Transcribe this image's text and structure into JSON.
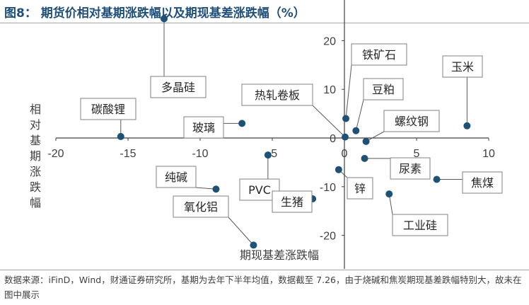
{
  "header": {
    "title": "图8：  期货价相对基期涨跌幅以及期现基差涨跌幅（%）"
  },
  "footer": {
    "note": "数据来源：iFinD，Wind，财通证券研究所，基期为去年下半年均值，数据截至 7.26，由于烧碱和焦炭期现基差跌幅特别大，故未在图中展示"
  },
  "colors": {
    "title": "#1f4e79",
    "point": "#1f5177",
    "axis": "#404040"
  },
  "chart_data": {
    "type": "scatter",
    "title": "",
    "xlabel": "期现基差涨跌幅",
    "ylabel": "相对基期涨跌幅",
    "xlim": [
      -20,
      10
    ],
    "ylim": [
      -30,
      30
    ],
    "xticks": [
      -20,
      -15,
      -10,
      -5,
      0,
      5,
      10
    ],
    "yticks": [
      -30,
      -20,
      -10,
      0,
      10,
      20,
      30
    ],
    "grid": false,
    "points": [
      {
        "label": "多晶硅",
        "x": -12.5,
        "y": 24.5
      },
      {
        "label": "碳酸锂",
        "x": -15.5,
        "y": 0.3
      },
      {
        "label": "玻璃",
        "x": -7.1,
        "y": 3.0
      },
      {
        "label": "纯碱",
        "x": -8.9,
        "y": -10.5
      },
      {
        "label": "PVC",
        "x": -5.3,
        "y": -3.5
      },
      {
        "label": "氧化铝",
        "x": -6.3,
        "y": -22.0
      },
      {
        "label": "生猪",
        "x": -2.2,
        "y": -12.5
      },
      {
        "label": "热轧卷板",
        "x": 0.05,
        "y": 0.2
      },
      {
        "label": "铁矿石",
        "x": 0.1,
        "y": 4.0
      },
      {
        "label": "豆粕",
        "x": 0.8,
        "y": 1.5
      },
      {
        "label": "螺纹钢",
        "x": 1.5,
        "y": -0.7
      },
      {
        "label": "锌",
        "x": -0.4,
        "y": -6.5
      },
      {
        "label": "尿素",
        "x": 1.4,
        "y": -4.2
      },
      {
        "label": "工业硅",
        "x": 3.1,
        "y": -11.5
      },
      {
        "label": "焦煤",
        "x": 6.4,
        "y": -8.5
      },
      {
        "label": "玉米",
        "x": 8.5,
        "y": 2.5
      }
    ]
  }
}
